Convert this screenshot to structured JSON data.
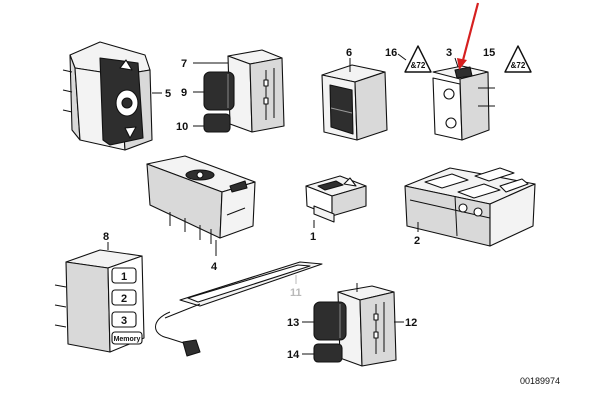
{
  "diagram": {
    "part_number": "00189974",
    "callouts": {
      "c1": "1",
      "c2": "2",
      "c3": "3",
      "c4": "4",
      "c5": "5",
      "c6": "6",
      "c7": "7",
      "c8": "8",
      "c9": "9",
      "c10": "10",
      "c11": "11",
      "c12": "12",
      "c13": "13",
      "c14": "14",
      "c15": "15",
      "c16": "16"
    },
    "memory_buttons": [
      "1",
      "2",
      "3"
    ],
    "memory_label": "Memory",
    "warning_icon_text": "&72",
    "colors": {
      "arrow": "#d62020",
      "lines": "#111111",
      "faint_label": "#b9b9b9"
    }
  }
}
